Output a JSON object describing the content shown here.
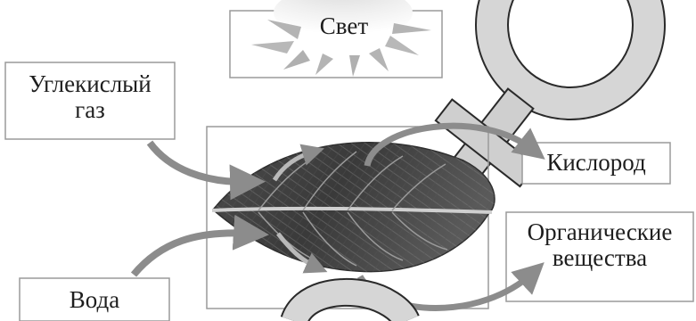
{
  "diagram": {
    "sun_label": "Свет",
    "carbon_dioxide_label": "Углекислый газ",
    "oxygen_label": "Кислород",
    "organic_label_line1": "Органические",
    "organic_label_line2": "вещества",
    "water_label": "Вода"
  },
  "colors": {
    "background": "#ffffff",
    "box_border": "#9a9a9a",
    "arrow_fill": "#8c8c8c",
    "sun_ray": "#aaaaaa",
    "leaf_dark": "#3e3e3e",
    "leaf_mid": "#6e6e6e",
    "text": "#1e1e1e"
  },
  "icons": [
    "sun-icon",
    "leaf-icon",
    "venus-symbol-icon"
  ]
}
